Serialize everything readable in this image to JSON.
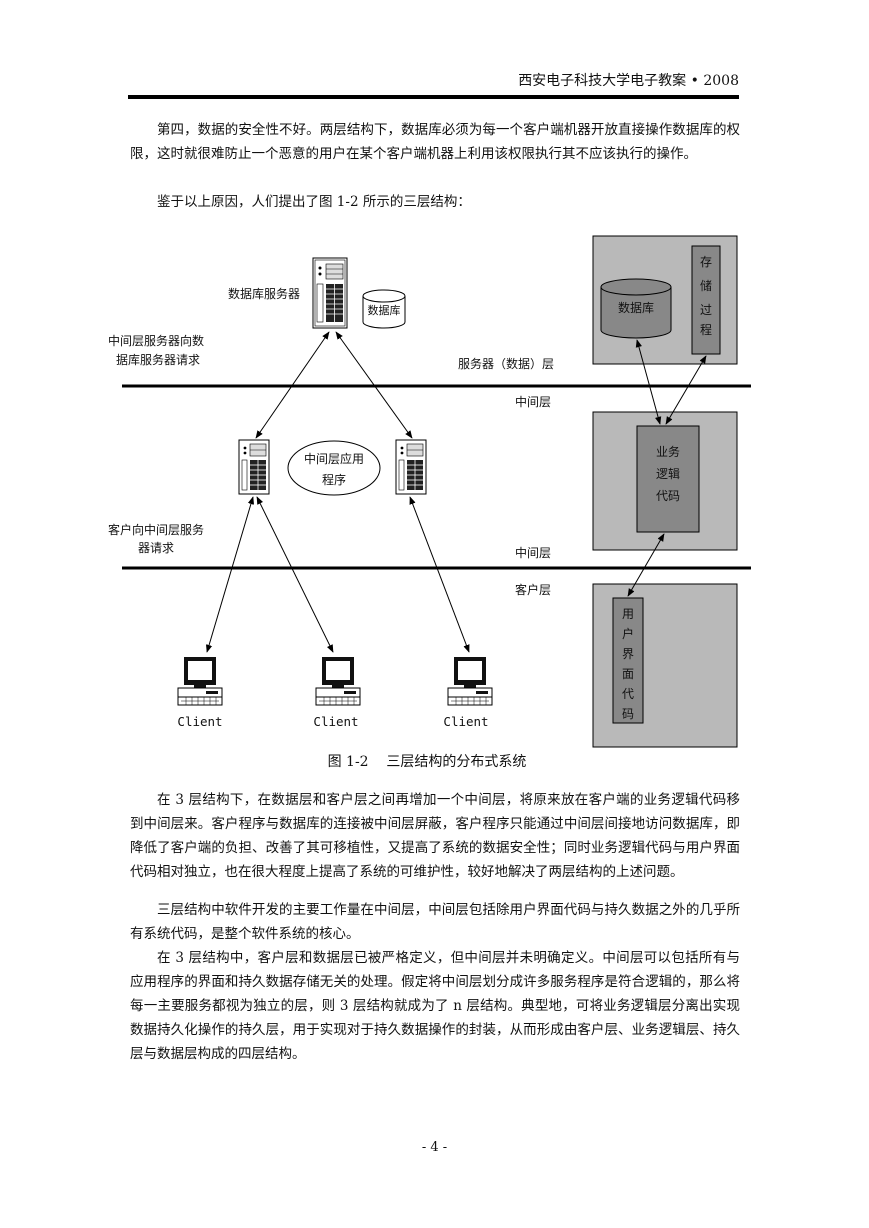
{
  "header": {
    "title": "西安电子科技大学电子教案",
    "bullet": "•",
    "year": "2008"
  },
  "paragraphs_top": [
    "第四，数据的安全性不好。两层结构下，数据库必须为每一个客户端机器开放直接操作数据库的权限，这时就很难防止一个恶意的用户在某个客户端机器上利用该权限执行其不应该执行的操作。",
    "鉴于以上原因，人们提出了图 1-2 所示的三层结构："
  ],
  "diagram": {
    "db_server_label": "数据库服务器",
    "db_cylinder_label": "数据库",
    "mid_to_db_label_line1": "中间层服务器向数",
    "mid_to_db_label_line2": "据库服务器请求",
    "server_layer_label": "服务器（数据）层",
    "middle_layer_label_top": "中间层",
    "middle_app_line1": "中间层应用",
    "middle_app_line2": "程序",
    "client_to_mid_label_line1": "客户向中间层服务",
    "client_to_mid_label_line2": "器请求",
    "middle_layer_label_bottom": "中间层",
    "client_layer_label": "客户层",
    "clients": [
      "Client",
      "Client",
      "Client"
    ],
    "right_db_label": "数据库",
    "stored_proc_chars": [
      "存",
      "储",
      "过",
      "程"
    ],
    "business_logic_lines": [
      "业务",
      "逻辑",
      "代码"
    ],
    "ui_code_chars": [
      "用",
      "户",
      "界",
      "面",
      "代",
      "码"
    ],
    "caption": "图 1-2    三层结构的分布式系统"
  },
  "paragraphs_bottom": [
    "在 3 层结构下，在数据层和客户层之间再增加一个中间层，将原来放在客户端的业务逻辑代码移到中间层来。客户程序与数据库的连接被中间层屏蔽，客户程序只能通过中间层间接地访问数据库，即降低了客户端的负担、改善了其可移植性，又提高了系统的数据安全性；同时业务逻辑代码与用户界面代码相对独立，也在很大程度上提高了系统的可维护性，较好地解决了两层结构的上述问题。",
    "三层结构中软件开发的主要工作量在中间层，中间层包括除用户界面代码与持久数据之外的几乎所有系统代码，是整个软件系统的核心。",
    "在 3 层结构中，客户层和数据层已被严格定义，但中间层并未明确定义。中间层可以包括所有与应用程序的界面和持久数据存储无关的处理。假定将中间层划分成许多服务程序是符合逻辑的，那么将每一主要服务都视为独立的层，则 3 层结构就成为了 n 层结构。典型地，可将业务逻辑层分离出实现数据持久化操作的持久层，用于实现对于持久数据操作的封装，从而形成由客户层、业务逻辑层、持久层与数据层构成的四层结构。"
  ],
  "footer": {
    "page_number": "- 4 -"
  }
}
